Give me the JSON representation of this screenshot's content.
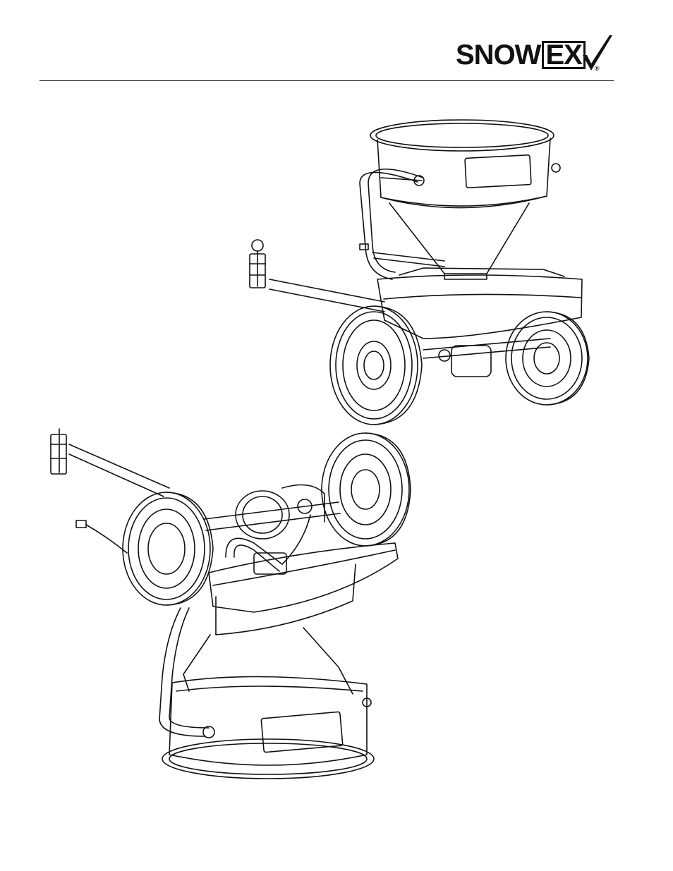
{
  "header": {
    "logo": {
      "brand_main": "SNOW",
      "brand_box": "EX",
      "registered": "®",
      "icon": "checkmark-icon"
    }
  },
  "figures": [
    {
      "icon": "spreader-upright-drawing"
    },
    {
      "icon": "spreader-inverted-drawing"
    }
  ],
  "colors": {
    "ink": "#111111",
    "paper": "#ffffff"
  }
}
